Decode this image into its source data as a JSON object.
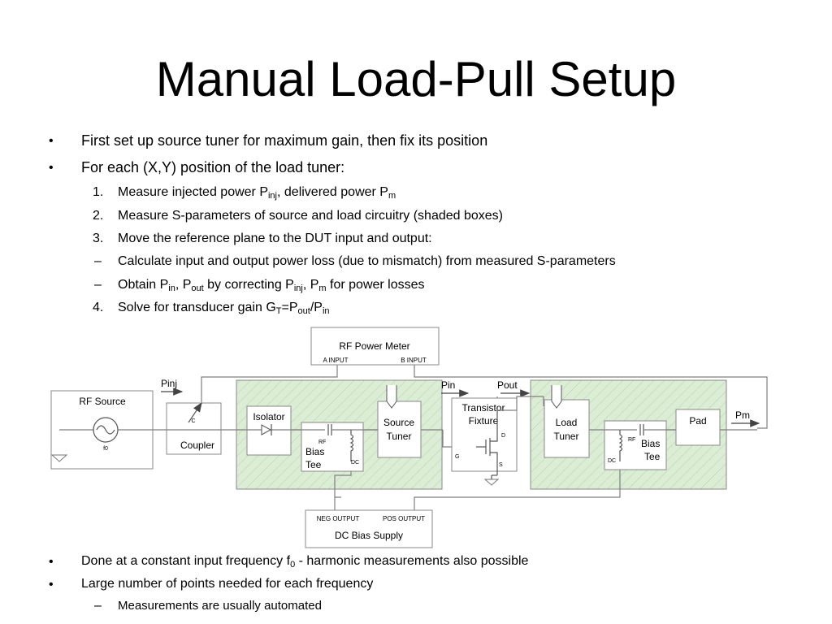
{
  "title": "Manual Load-Pull Setup",
  "bullets_top": [
    {
      "marker": "•",
      "text": "First set up source tuner for maximum gain, then fix its position"
    },
    {
      "marker": "•",
      "text": "For each (X,Y) position of the load tuner:"
    }
  ],
  "steps": [
    {
      "marker": "1.",
      "parts": [
        "Measure injected power P",
        "inj",
        ", delivered power P",
        "m"
      ]
    },
    {
      "marker": "2.",
      "text": "Measure S-parameters of source and load circuitry (shaded boxes)"
    },
    {
      "marker": "3.",
      "text": "Move the reference plane to the DUT input and output:"
    },
    {
      "marker": "–",
      "text": "Calculate input and output power loss (due to mismatch) from measured S-parameters"
    },
    {
      "marker": "–",
      "parts": [
        "Obtain P",
        "in",
        ", P",
        "out",
        " by correcting P",
        "inj",
        ", P",
        "m",
        " for power losses"
      ]
    },
    {
      "marker": "4.",
      "parts": [
        "Solve for transducer gain G",
        "T",
        "=P",
        "out",
        "/P",
        "in"
      ]
    }
  ],
  "bullets_bottom": [
    {
      "marker": "•",
      "parts": [
        "Done at a constant input frequency f",
        "0",
        " - harmonic measurements also possible"
      ]
    },
    {
      "marker": "•",
      "text": "Large number of points needed for each frequency"
    },
    {
      "marker": "–",
      "text": "Measurements are usually automated"
    }
  ],
  "diagram": {
    "power_meter": {
      "title": "RF Power Meter",
      "port_a": "A INPUT",
      "port_b": "B INPUT"
    },
    "rf_source": {
      "title": "RF Source",
      "freq": "f0"
    },
    "coupler": {
      "title": "Coupler",
      "port": "C"
    },
    "isolator": "Isolator",
    "bias_tee_left": {
      "line1": "Bias",
      "line2": "Tee",
      "rf": "RF",
      "dc": "DC"
    },
    "source_tuner": {
      "line1": "Source",
      "line2": "Tuner"
    },
    "fixture": {
      "line1": "Transistor",
      "line2": "Fixture",
      "d": "D",
      "g": "G",
      "s": "S"
    },
    "load_tuner": {
      "line1": "Load",
      "line2": "Tuner"
    },
    "bias_tee_right": {
      "line1": "Bias",
      "line2": "Tee",
      "rf": "RF",
      "dc": "DC"
    },
    "pad": "Pad",
    "labels": {
      "pinj": "Pinj",
      "pin": "Pin",
      "pout": "Pout",
      "pm": "Pm"
    },
    "dc_supply": {
      "title": "DC Bias Supply",
      "neg": "NEG OUTPUT",
      "pos": "POS OUTPUT"
    },
    "colors": {
      "shade_fill": "#dcedd6",
      "shade_hatch": "#b9d6b0",
      "line": "#7f7f7f"
    }
  }
}
